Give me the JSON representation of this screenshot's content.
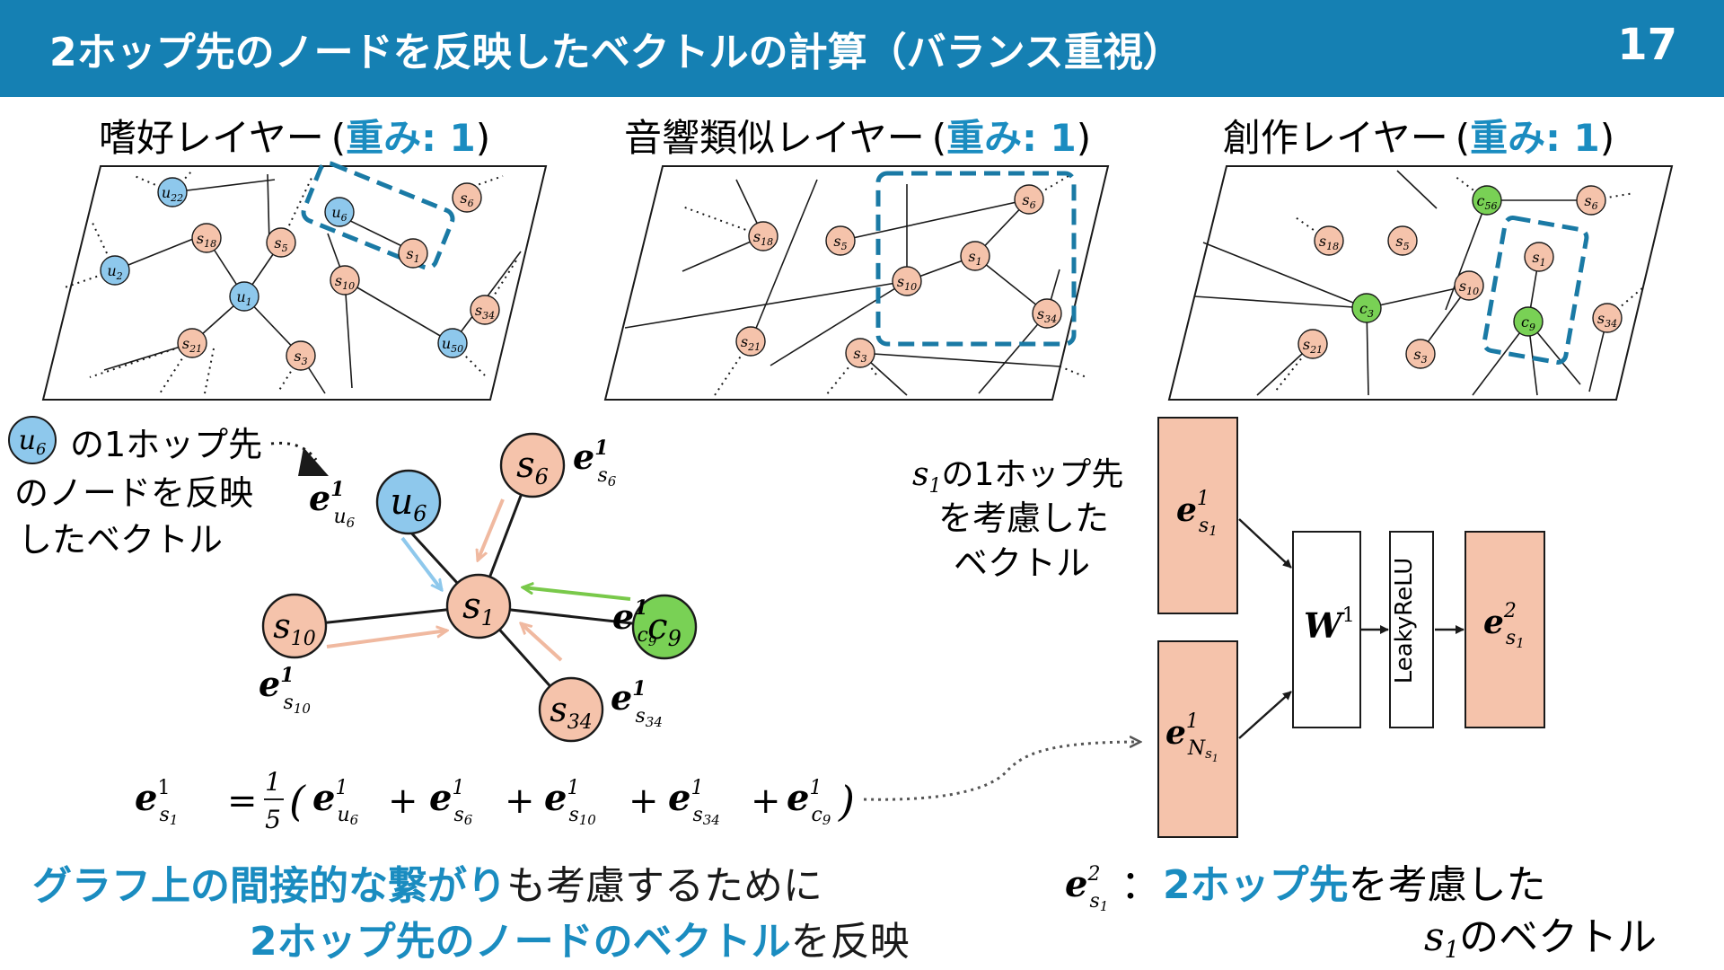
{
  "header": {
    "title": "2ホップ先のノードを反映したベクトルの計算（バランス重視）",
    "page_number": "17"
  },
  "layers": [
    {
      "name": "嗜好レイヤー",
      "weight_open": "(",
      "weight": "重み: 1",
      "weight_close": ")"
    },
    {
      "name": "音響類似レイヤー",
      "weight_open": "(",
      "weight": "重み: 1",
      "weight_close": ")"
    },
    {
      "name": "創作レイヤー",
      "weight_open": "(",
      "weight": "重み: 1",
      "weight_close": ")"
    }
  ],
  "nodes": {
    "u22": "u22",
    "u2": "u2",
    "u1": "u1",
    "u6": "u6",
    "u50": "u50",
    "s18": "s18",
    "s5": "s5",
    "s6": "s6",
    "s1": "s1",
    "s10": "s10",
    "s34": "s34",
    "s21": "s21",
    "s3": "s3",
    "c56": "c56",
    "c3": "c3",
    "c9": "c9"
  },
  "node_base": {
    "u": "u",
    "s": "s",
    "c": "c"
  },
  "node_sub": {
    "1": "1",
    "2": "2",
    "3": "3",
    "5": "5",
    "6": "6",
    "9": "9",
    "10": "10",
    "18": "18",
    "21": "21",
    "22": "22",
    "34": "34",
    "50": "50",
    "56": "56"
  },
  "star": {
    "legend_node": "u6",
    "legend_text_1": "の1ホップ先",
    "legend_text_2": "のノードを反映",
    "legend_text_3": "したベクトル",
    "e": "e",
    "sup": "1"
  },
  "formula": {
    "lhs_e": "e",
    "sup": "1",
    "eq": "=",
    "frac_num": "1",
    "frac_den": "5",
    "lparen": "(",
    "rparen": ")",
    "plus": "+"
  },
  "network": {
    "s1_1hop_text": [
      "s",
      "1",
      "の1ホップ先",
      "を考慮した",
      "ベクトル"
    ],
    "w_label": "W",
    "w_sup": "1",
    "activation": "LeakyReLU",
    "out_sup": "2"
  },
  "bottom_left": {
    "line1_accent": "グラフ上の間接的な繋がり",
    "line1_rest": "も考慮するために",
    "line2_accent": "2ホップ先のノードのベクトル",
    "line2_rest": "を反映"
  },
  "bottom_right": {
    "colon": "：",
    "accent": "2ホップ先",
    "rest": "を考慮した",
    "line2_rest": "のベクトル"
  },
  "colors": {
    "header": "#1580b3",
    "accent": "#1a8cc0",
    "user": "#8ec8ec",
    "song": "#f5c3ab",
    "creator": "#79d155",
    "dashed": "#1a7aa5",
    "arrow_song": "#f0b9a0",
    "arrow_user": "#8ec8ec",
    "arrow_creator": "#79c94a"
  }
}
